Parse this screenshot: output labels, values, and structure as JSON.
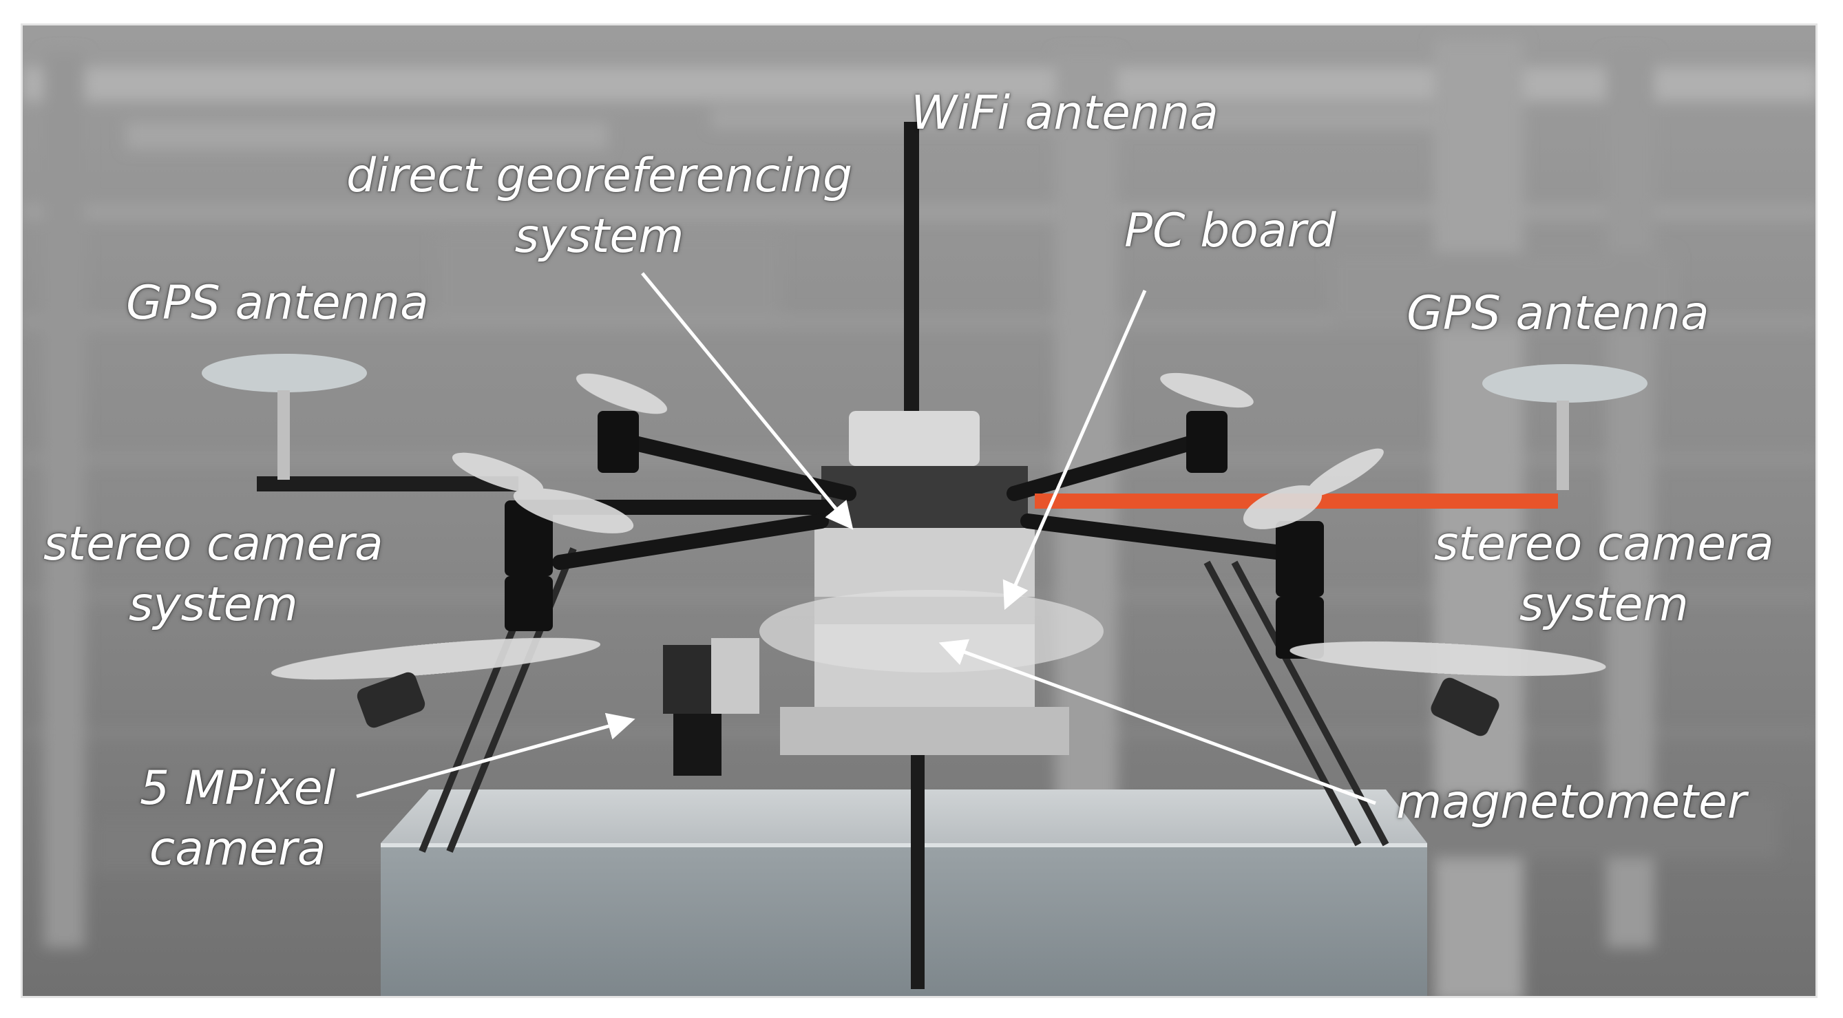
{
  "figure": {
    "labels": {
      "wifi_antenna": "WiFi antenna",
      "georef_line1": "direct georeferencing",
      "georef_line2": "system",
      "pc_board": "PC board",
      "gps_left": "GPS antenna",
      "gps_right": "GPS antenna",
      "stereo_left_line1": "stereo camera",
      "stereo_left_line2": "system",
      "stereo_right_line1": "stereo camera",
      "stereo_right_line2": "system",
      "camera_line1": "5 MPixel",
      "camera_line2": "camera",
      "magnetometer": "magnetometer"
    },
    "colors": {
      "label_text": "#ffffff",
      "arrow": "#ffffff",
      "frame_border": "#e4e4e4",
      "orange_boom": "#e8542a"
    }
  }
}
